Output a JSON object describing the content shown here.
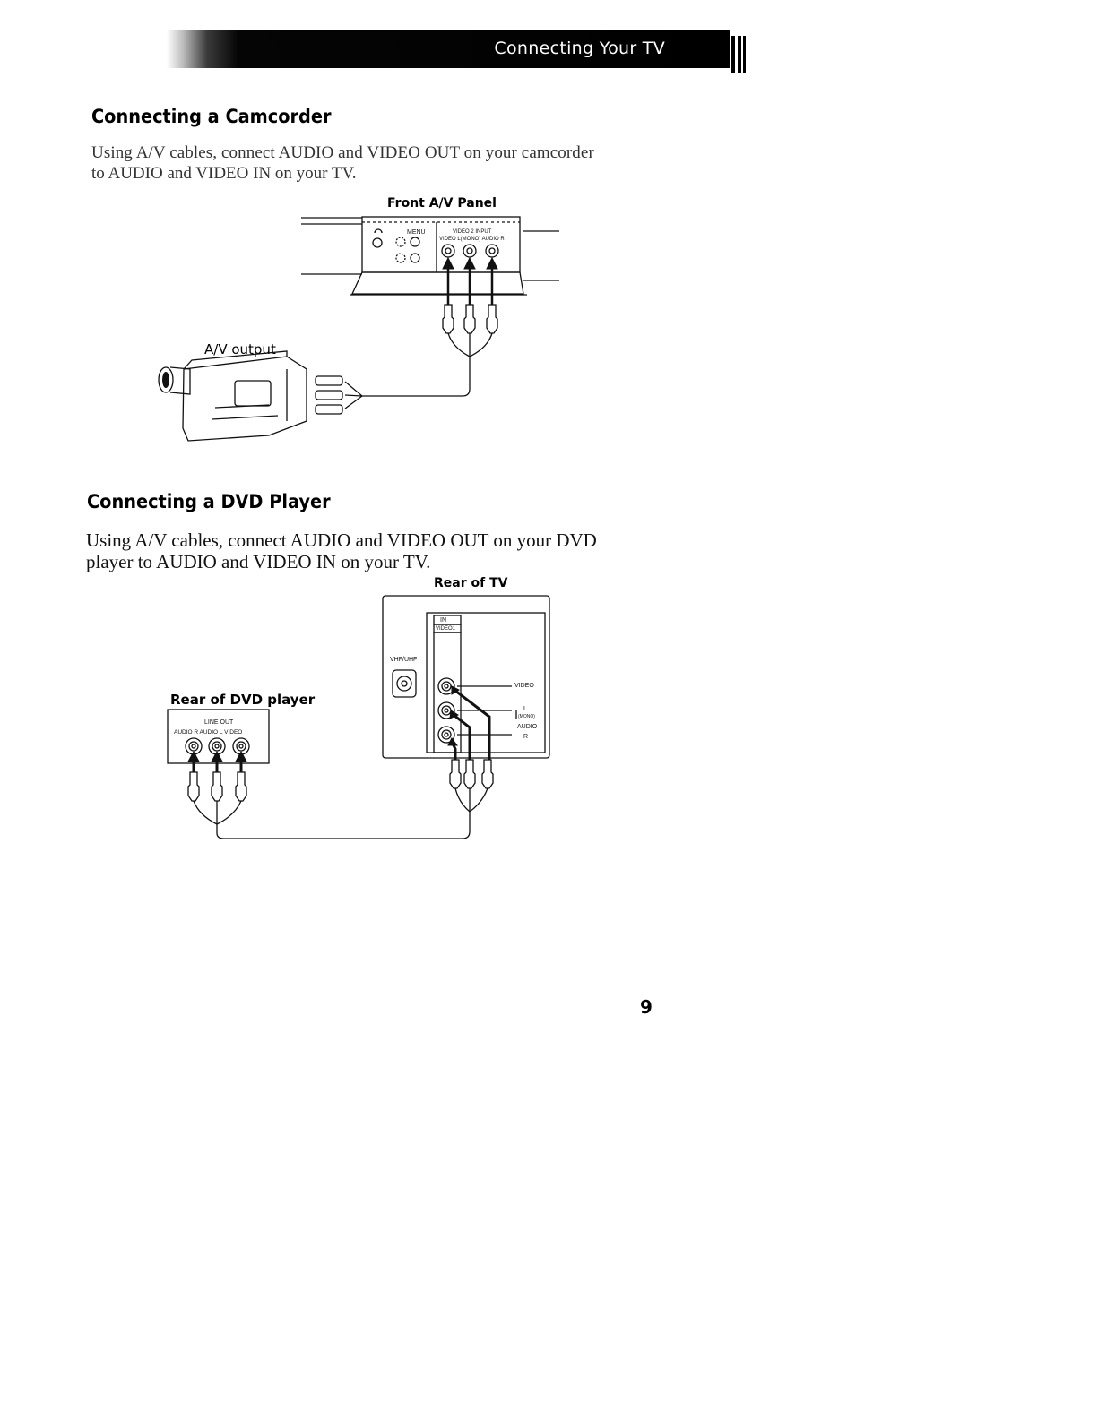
{
  "header": {
    "title": "Connecting Your TV"
  },
  "camcorder": {
    "heading": "Connecting a Camcorder",
    "body_line1": "Using A/V cables, connect AUDIO and VIDEO OUT on your camcorder",
    "body_line2": "to AUDIO and VIDEO IN on your TV.",
    "figure": {
      "panel_label": "Front A/V Panel",
      "menu_label": "MENU",
      "input_label": "VIDEO 2 INPUT",
      "jack_labels": "VIDEO L(MONO) AUDIO R",
      "output_label": "A/V output"
    }
  },
  "dvd": {
    "heading": "Connecting a DVD Player",
    "body_line1": "Using A/V cables, connect AUDIO and VIDEO OUT on your DVD",
    "body_line2": "player to AUDIO and VIDEO IN on your TV.",
    "figure": {
      "tv_label": "Rear of TV",
      "in_label": "IN",
      "video1_label": "VIDEO1",
      "antenna_label": "VHF/UHF",
      "video_label": "VIDEO",
      "l_label": "L",
      "mono_label": "(MONO)",
      "audio_label": "AUDIO",
      "r_label": "R",
      "player_label": "Rear of DVD player",
      "line_out_label": "LINE OUT",
      "player_jacks_label": "AUDIO R  AUDIO L  VIDEO"
    }
  },
  "page_number": "9"
}
